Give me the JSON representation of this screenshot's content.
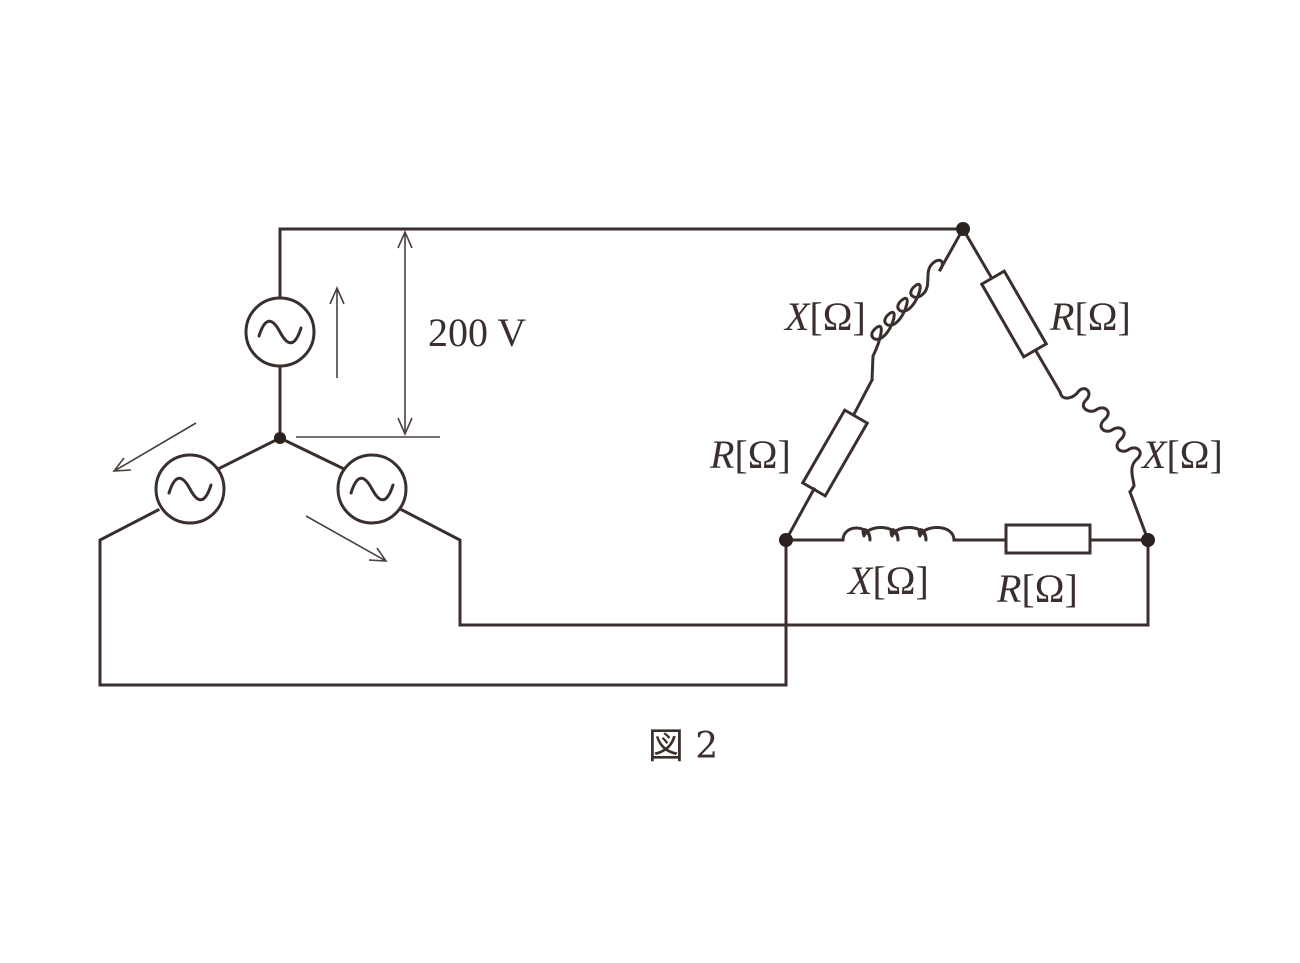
{
  "diagram": {
    "voltage_label": "200 V",
    "caption": "図 2",
    "labels": {
      "top_left_x": {
        "symbol": "X",
        "unit": "[Ω]"
      },
      "top_right_r": {
        "symbol": "R",
        "unit": "[Ω]"
      },
      "left_r": {
        "symbol": "R",
        "unit": "[Ω]"
      },
      "right_x": {
        "symbol": "X",
        "unit": "[Ω]"
      },
      "bottom_x": {
        "symbol": "X",
        "unit": "[Ω]"
      },
      "bottom_r": {
        "symbol": "R",
        "unit": "[Ω]"
      }
    },
    "icons": {
      "ac_source": "ac-source-icon",
      "resistor": "resistor-icon",
      "inductor": "inductor-icon",
      "node": "junction-dot-icon",
      "arrow": "arrow-icon"
    }
  }
}
